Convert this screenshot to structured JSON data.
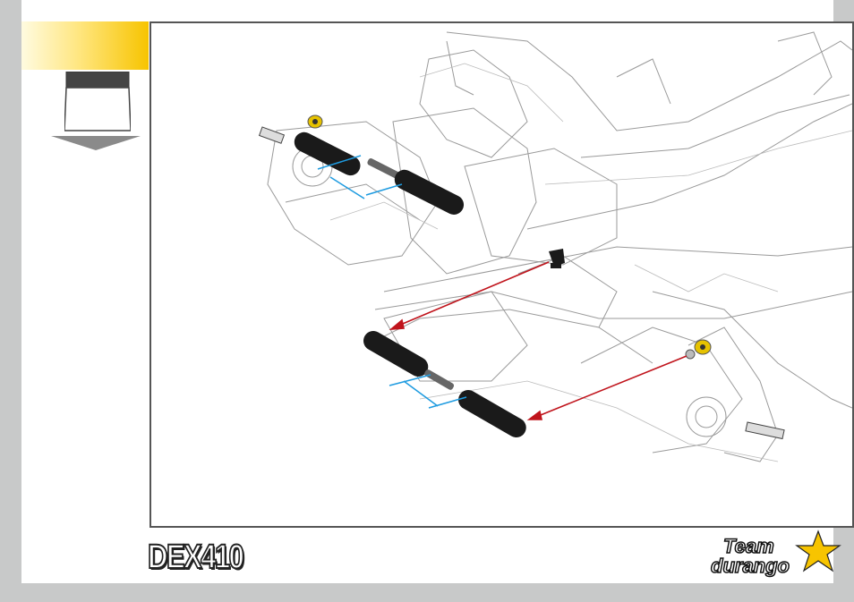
{
  "brand": {
    "model_logo_text": "DEX410",
    "team_logo_line1": "Team",
    "team_logo_line2": "durango"
  },
  "colors": {
    "tab_accent": "#f7c400",
    "arrow_red": "#c0141c",
    "measure_blue": "#1e9be0",
    "rod_end_black": "#1a1a1a",
    "ball_yellow": "#e6c200"
  },
  "icons": {
    "box": "parts-box-icon",
    "down_arrow": "down-arrow-icon"
  }
}
